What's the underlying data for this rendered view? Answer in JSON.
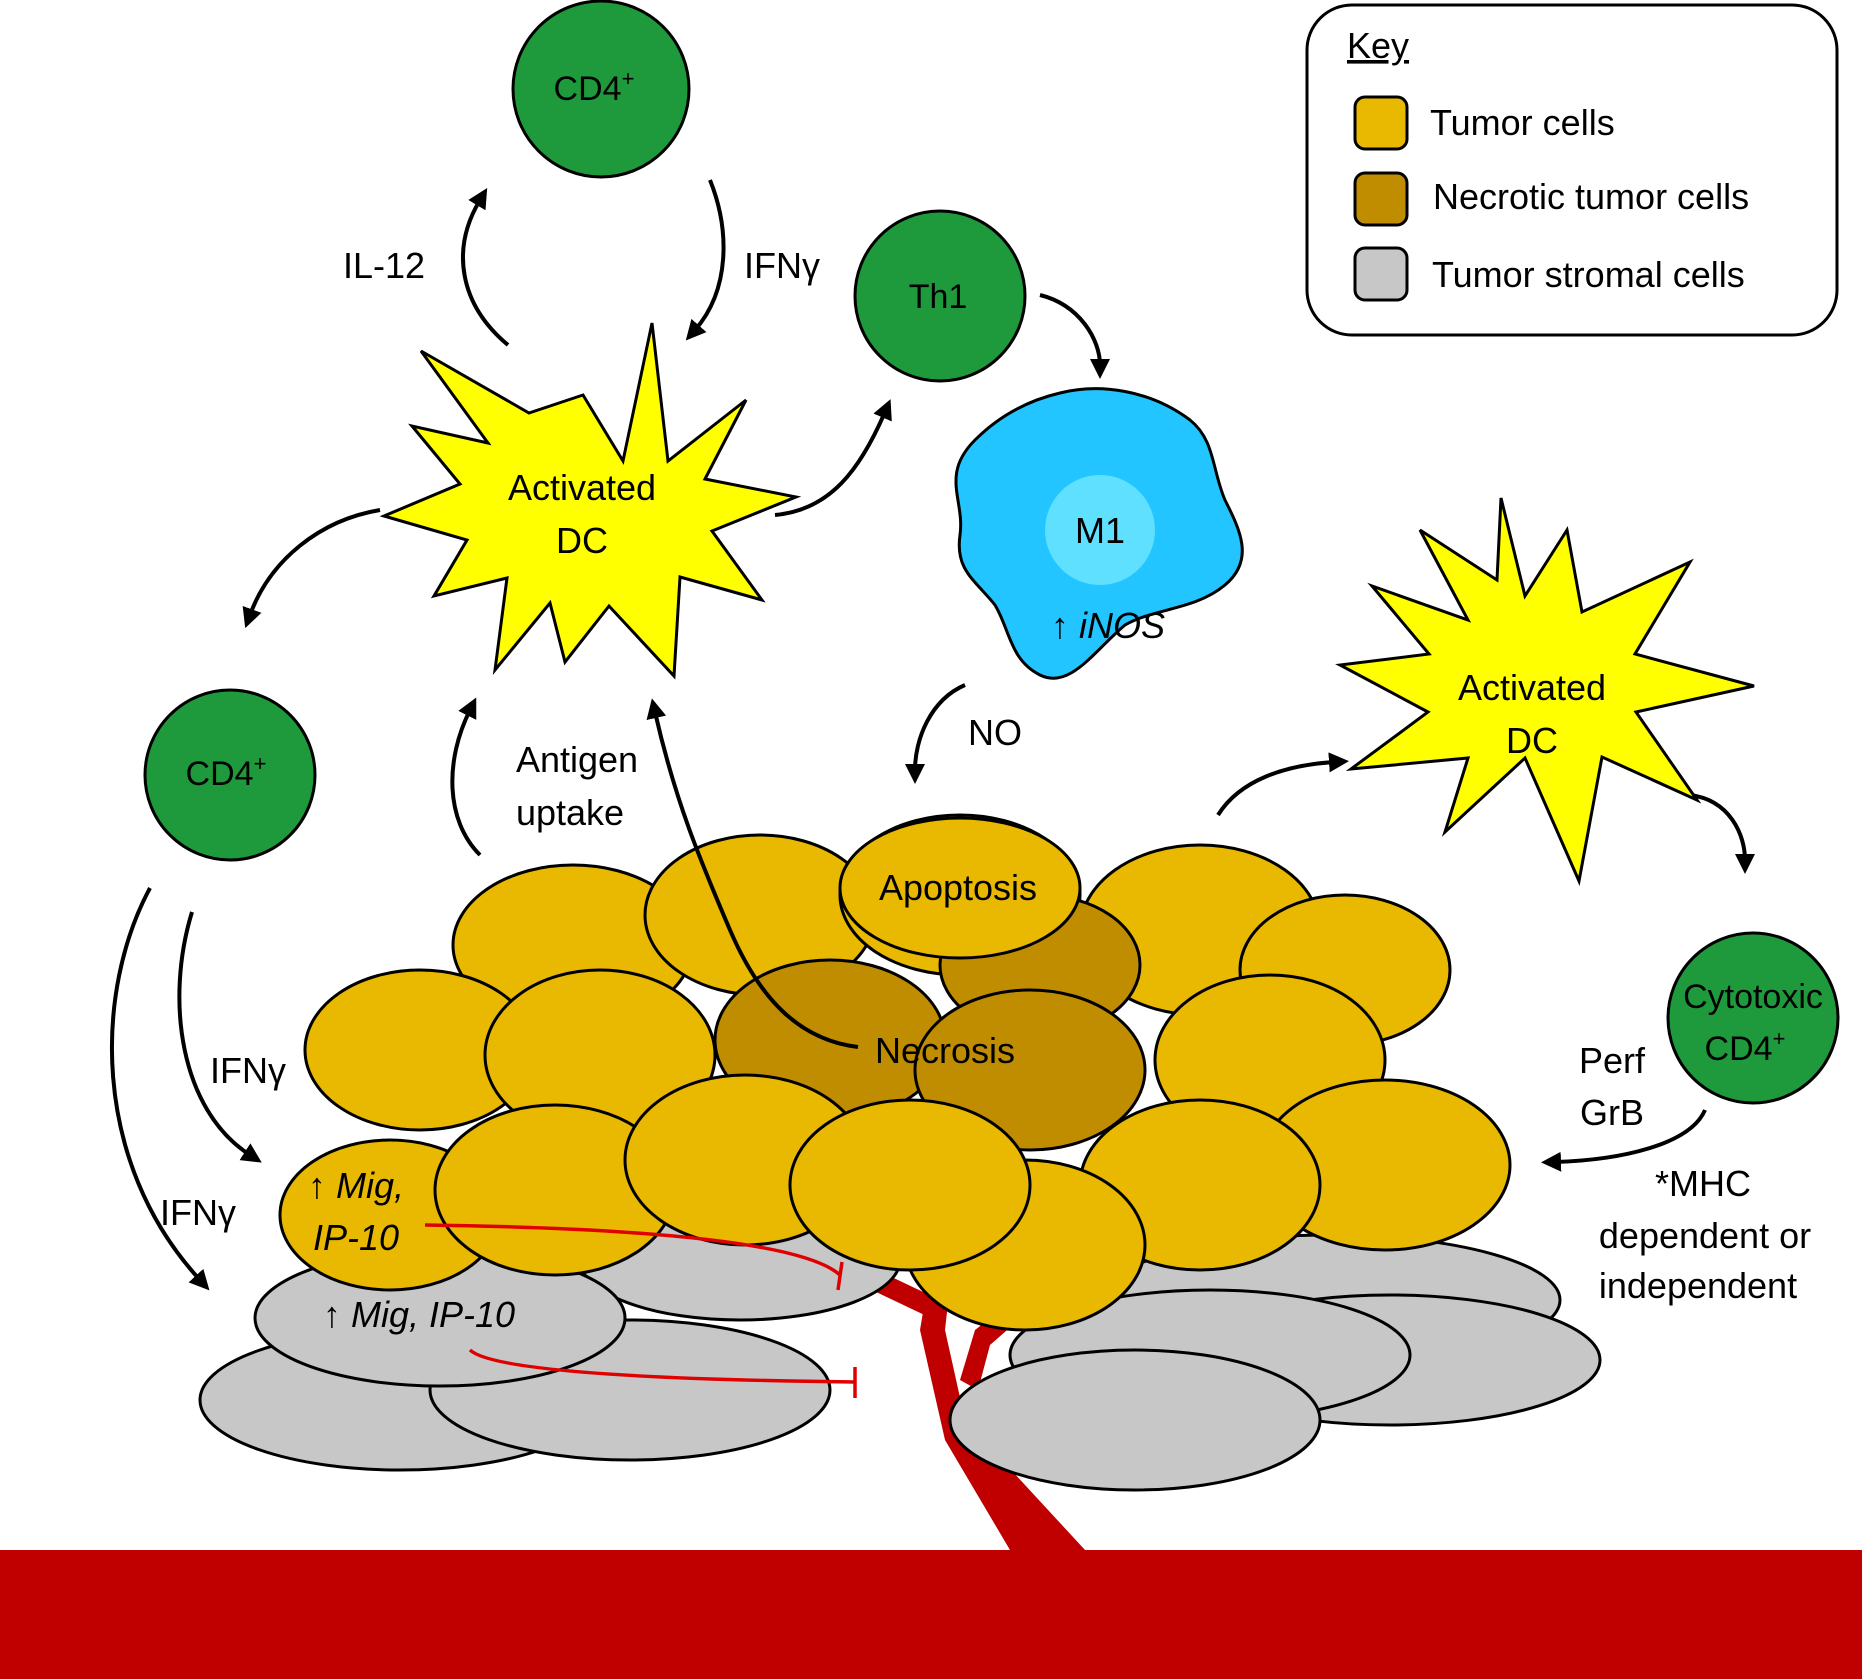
{
  "colors": {
    "tumor": "#e9b800",
    "necrotic": "#c18d00",
    "stroma": "#c7c7c7",
    "green_cell": "#1e9a3c",
    "dc": "#ffff00",
    "m1": "#22c5ff",
    "m1_nucleus": "#5fe0ff",
    "vessel": "#c00000",
    "inhibit": "#e00000"
  },
  "key": {
    "title": "Key",
    "items": [
      {
        "label": "Tumor cells",
        "swatch": "tumor"
      },
      {
        "label": "Necrotic tumor cells",
        "swatch": "necrotic"
      },
      {
        "label": "Tumor stromal cells",
        "swatch": "stroma"
      }
    ]
  },
  "cells": {
    "cd4_top": {
      "text": "CD4",
      "sup": "+"
    },
    "cd4_left": {
      "text": "CD4",
      "sup": "+"
    },
    "th1": {
      "text": "Th1"
    },
    "dc_main": {
      "line1": "Activated",
      "line2": "DC"
    },
    "dc_right": {
      "line1": "Activated",
      "line2": "DC"
    },
    "m1": {
      "name": "M1",
      "marker": "↑ ",
      "marker_gene": "iNOS"
    },
    "cytotoxic": {
      "line1": "Cytotoxic",
      "line2": "CD4",
      "sup": "+"
    }
  },
  "labels": {
    "il12": "IL-12",
    "ifng_top": "IFNγ",
    "ifng_left_inner": "IFNγ",
    "ifng_left_outer": "IFNγ",
    "antigen_line1": "Antigen",
    "antigen_line2": "uptake",
    "no": "NO",
    "apoptosis": "Apoptosis",
    "necrosis": "Necrosis",
    "tumor_chemokines_line1_arrow": "↑ ",
    "tumor_chemokines_line1": "Mig,",
    "tumor_chemokines_line2": "IP-10",
    "stroma_chemokines_arrow": "↑ ",
    "stroma_chemokines": "Mig, IP-10",
    "perf": "Perf",
    "grb": "GrB",
    "mhc_line1": "*MHC",
    "mhc_line2": "dependent or",
    "mhc_line3": "independent"
  }
}
